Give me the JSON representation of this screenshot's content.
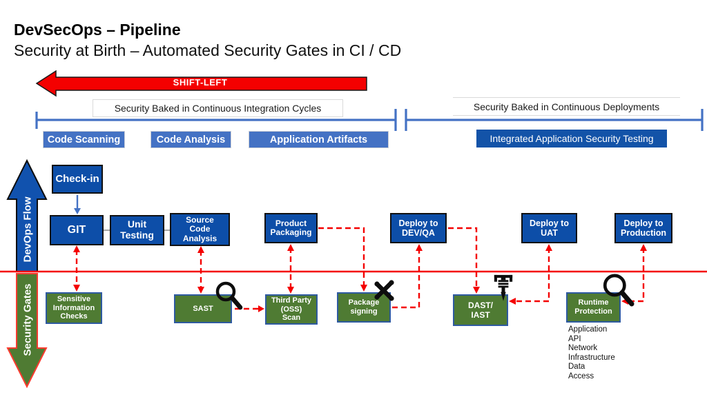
{
  "header": {
    "title": "DevSecOps – Pipeline",
    "subtitle": "Security at Birth – Automated Security Gates in CI / CD"
  },
  "shift_left_label": "SHIFT-LEFT",
  "ci_section": {
    "caption": "Security Baked in Continuous Integration Cycles",
    "labels": [
      "Code Scanning",
      "Code Analysis",
      "Application Artifacts"
    ]
  },
  "cd_section": {
    "caption": "Security Baked in Continuous  Deployments",
    "label": "Integrated Application Security Testing"
  },
  "flows": {
    "devops": "DevOps Flow",
    "security": "Security Gates"
  },
  "pipeline": {
    "checkin": "Check-in",
    "git": "GIT",
    "unit_testing": "Unit\nTesting",
    "source_code_analysis": "Source\nCode\nAnalysis",
    "product_packaging": "Product\nPackaging",
    "deploy_devqa": "Deploy to\nDEV/QA",
    "deploy_uat": "Deploy to\nUAT",
    "deploy_production": "Deploy to\nProduction"
  },
  "gates": {
    "sensitive_info": "Sensitive\nInformation\nChecks",
    "sast": "SAST",
    "third_party": "Third Party\n(OSS)\nScan",
    "package_signing": "Package\nsigning",
    "dast_iast": "DAST/\nIAST",
    "runtime_protection": "Runtime\nProtection"
  },
  "runtime_scope": [
    "Application",
    "API",
    "Network",
    "Infrastructure",
    "Data",
    "Access"
  ],
  "icons": {
    "sast": "magnifier-icon",
    "package_signing": "crossed-tools-icon",
    "dast_iast": "jackhammer-icon",
    "runtime_protection": "magnifier-icon"
  },
  "colors": {
    "accent_red": "#f40000",
    "bracket_blue": "#4472c4",
    "label_blue": "#4472c4",
    "pipeline_blue": "#0d4ea8",
    "integrated_blue": "#1353a8",
    "gate_green": "#4f7b33",
    "gate_border_blue": "#2e5aa0"
  }
}
